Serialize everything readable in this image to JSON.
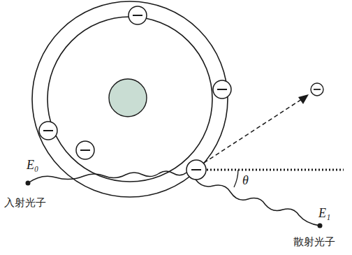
{
  "diagram": {
    "labels": [
      "E₀",
      "入射光子",
      "θ",
      "E₁",
      "散射光子"
    ]
  }
}
